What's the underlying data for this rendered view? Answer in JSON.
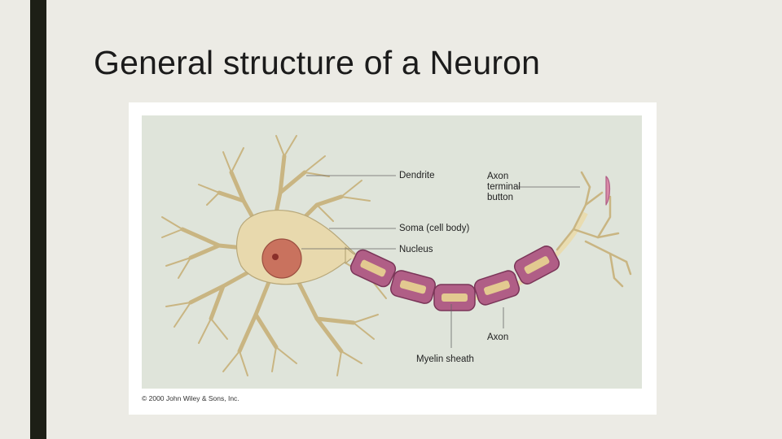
{
  "slide": {
    "title": "General structure of a Neuron"
  },
  "diagram": {
    "labels": {
      "dendrite": "Dendrite",
      "soma": "Soma (cell body)",
      "nucleus": "Nucleus",
      "axon_terminal": "Axon\nterminal\nbutton",
      "axon": "Axon",
      "myelin": "Myelin sheath"
    },
    "copyright": "© 2000 John Wiley & Sons, Inc."
  },
  "colors": {
    "background": "#ecebe5",
    "accent_bar": "#1d1f16",
    "panel": "#dfe4da",
    "cell_body": "#eadcb4",
    "nucleus": "#c9725e",
    "myelin": "#b05e86"
  }
}
